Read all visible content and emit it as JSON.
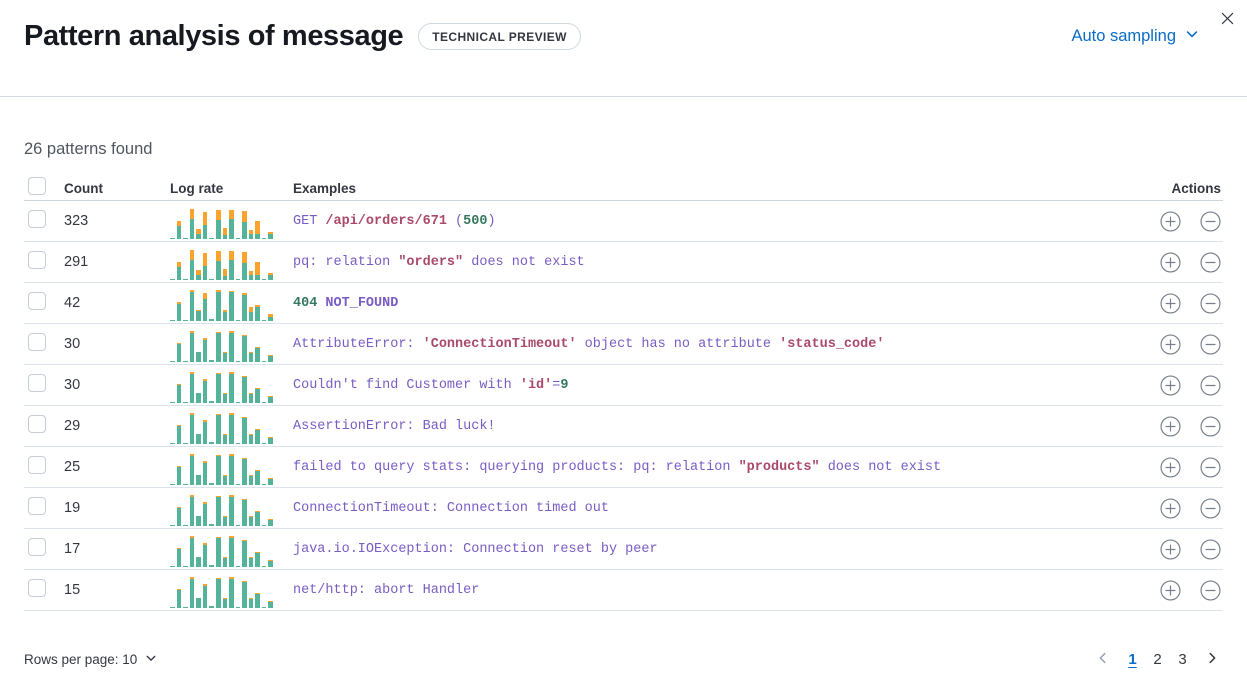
{
  "palette": {
    "link_blue": "#0a6cc8",
    "bar_green": "#54b399",
    "bar_orange": "#fba32f",
    "code_purple": "#7a5cc5",
    "code_string": "#aa4a68",
    "code_number": "#35785f",
    "border": "#d3dae6"
  },
  "header": {
    "title": "Pattern analysis of message",
    "badge": "TECHNICAL PREVIEW",
    "sampling_label": "Auto sampling"
  },
  "summary": {
    "patterns_found": "26 patterns found"
  },
  "table": {
    "columns": {
      "count": "Count",
      "log_rate": "Log rate",
      "examples": "Examples",
      "actions": "Actions"
    },
    "chart_variants": {
      "heavy": [
        [
          4,
          0
        ],
        [
          36,
          16
        ],
        [
          4,
          0
        ],
        [
          56,
          30
        ],
        [
          13,
          17
        ],
        [
          40,
          36
        ],
        [
          4,
          0
        ],
        [
          54,
          28
        ],
        [
          12,
          20
        ],
        [
          58,
          26
        ],
        [
          4,
          0
        ],
        [
          48,
          32
        ],
        [
          15,
          11
        ],
        [
          13,
          38
        ],
        [
          4,
          0
        ],
        [
          13,
          7
        ]
      ],
      "medium": [
        [
          4,
          0
        ],
        [
          50,
          4
        ],
        [
          4,
          0
        ],
        [
          82,
          7
        ],
        [
          28,
          3
        ],
        [
          64,
          16
        ],
        [
          5,
          0
        ],
        [
          84,
          5
        ],
        [
          27,
          5
        ],
        [
          82,
          5
        ],
        [
          4,
          0
        ],
        [
          74,
          5
        ],
        [
          27,
          12
        ],
        [
          40,
          5
        ],
        [
          4,
          0
        ],
        [
          12,
          9
        ]
      ],
      "light": [
        [
          4,
          0
        ],
        [
          52,
          3
        ],
        [
          4,
          0
        ],
        [
          84,
          4
        ],
        [
          28,
          2
        ],
        [
          64,
          5
        ],
        [
          5,
          0
        ],
        [
          84,
          3
        ],
        [
          26,
          3
        ],
        [
          84,
          4
        ],
        [
          4,
          0
        ],
        [
          74,
          3
        ],
        [
          26,
          3
        ],
        [
          40,
          3
        ],
        [
          4,
          0
        ],
        [
          16,
          3
        ]
      ]
    },
    "rows": [
      {
        "count": "323",
        "chart": "heavy",
        "example": [
          {
            "t": "GET ",
            "c": "p"
          },
          {
            "t": "/api/orders/671",
            "c": "s"
          },
          {
            "t": " (",
            "c": "p"
          },
          {
            "t": "500",
            "c": "n"
          },
          {
            "t": ")",
            "c": "p"
          }
        ]
      },
      {
        "count": "291",
        "chart": "heavy",
        "example": [
          {
            "t": "pq: relation ",
            "c": "p"
          },
          {
            "t": "\"orders\"",
            "c": "s"
          },
          {
            "t": " does not exist",
            "c": "p"
          }
        ]
      },
      {
        "count": "42",
        "chart": "medium",
        "example": [
          {
            "t": "404",
            "c": "n"
          },
          {
            "t": " ",
            "c": "p"
          },
          {
            "t": "NOT_FOUND",
            "c": "pb"
          }
        ]
      },
      {
        "count": "30",
        "chart": "light",
        "example": [
          {
            "t": "AttributeError: ",
            "c": "p"
          },
          {
            "t": "'ConnectionTimeout'",
            "c": "s"
          },
          {
            "t": " object has no attribute ",
            "c": "p"
          },
          {
            "t": "'status_code'",
            "c": "s"
          }
        ]
      },
      {
        "count": "30",
        "chart": "light",
        "example": [
          {
            "t": "Couldn't find Customer with ",
            "c": "p"
          },
          {
            "t": "'id'",
            "c": "s"
          },
          {
            "t": "=",
            "c": "p"
          },
          {
            "t": "9",
            "c": "n"
          }
        ]
      },
      {
        "count": "29",
        "chart": "light",
        "example": [
          {
            "t": "AssertionError: Bad luck!",
            "c": "p"
          }
        ]
      },
      {
        "count": "25",
        "chart": "light",
        "example": [
          {
            "t": "failed to query stats: querying products: pq: relation ",
            "c": "p"
          },
          {
            "t": "\"products\"",
            "c": "s"
          },
          {
            "t": " does not exist",
            "c": "p"
          }
        ]
      },
      {
        "count": "19",
        "chart": "light",
        "example": [
          {
            "t": "ConnectionTimeout: Connection timed out",
            "c": "p"
          }
        ]
      },
      {
        "count": "17",
        "chart": "light",
        "example": [
          {
            "t": "java.io.IOException: Connection reset by peer",
            "c": "p"
          }
        ]
      },
      {
        "count": "15",
        "chart": "light",
        "example": [
          {
            "t": "net/http: abort Handler",
            "c": "p"
          }
        ]
      }
    ]
  },
  "footer": {
    "rows_per_page_label": "Rows per page: 10",
    "pages": [
      "1",
      "2",
      "3"
    ],
    "active_page": "1"
  }
}
